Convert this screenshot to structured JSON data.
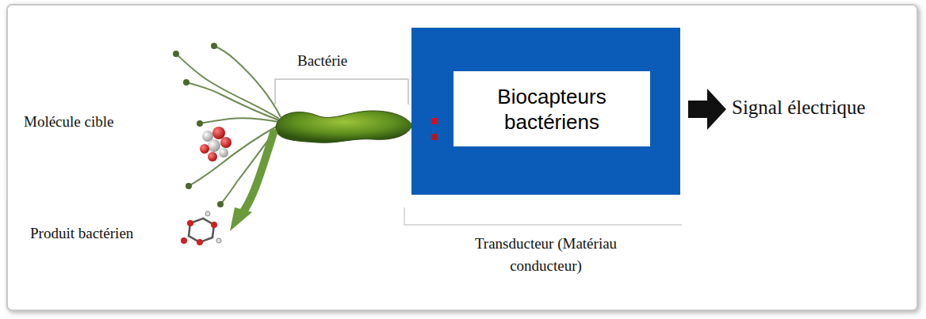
{
  "diagram": {
    "nodes": [
      {
        "text": [
          "Transducteur (Matériau conducteur)"
        ]
      },
      {
        "text": [
          "Biocapteurs bactériens"
        ],
        "in": 0
      }
    ],
    "labels": [
      "Bactérie",
      "Molécule cible",
      "Produit bactérien",
      "Signal électrique"
    ]
  }
}
